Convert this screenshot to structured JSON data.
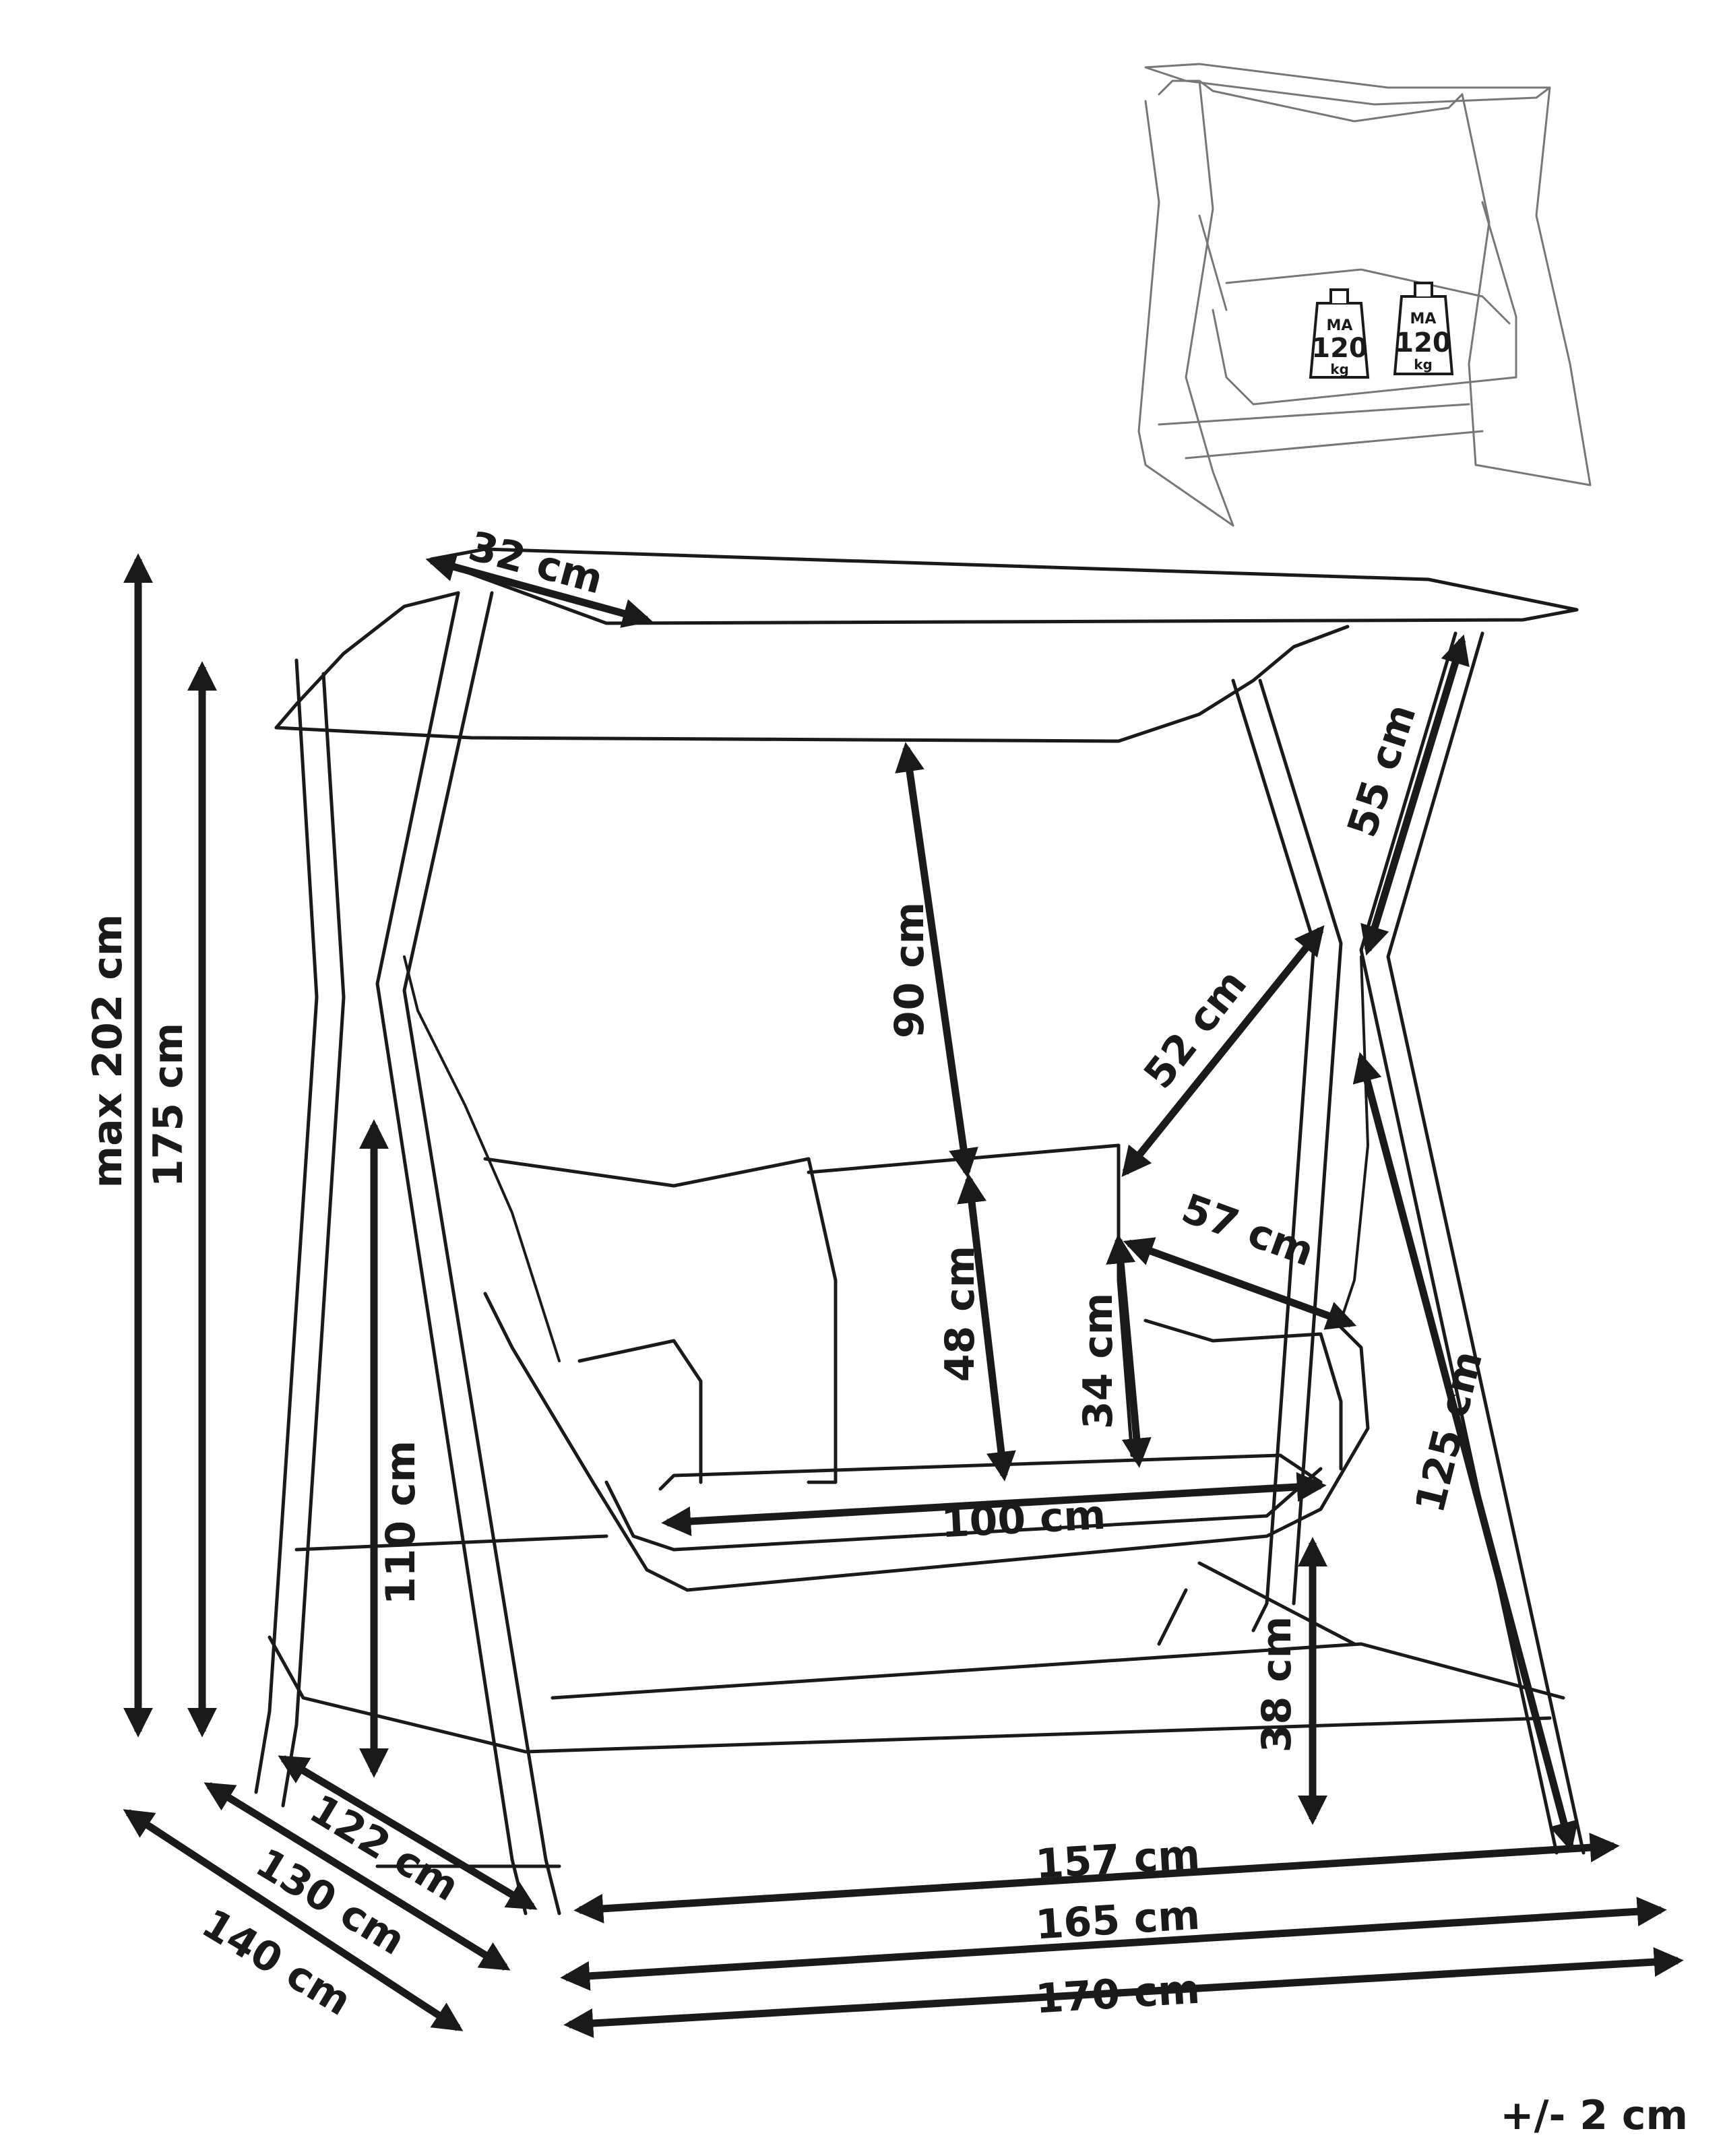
{
  "dimensions": {
    "canopy_depth": "32 cm",
    "max_height": "max 202 cm",
    "frame_height": "175 cm",
    "seat_top_height": "110 cm",
    "canopy_clearance": "90 cm",
    "backrest_height": "48 cm",
    "armrest_height": "34 cm",
    "seat_width": "100 cm",
    "chain_length": "52 cm",
    "seat_depth": "57 cm",
    "side_chain": "55 cm",
    "side_length": "125 cm",
    "seat_ground": "38 cm",
    "depth_122": "122 cm",
    "depth_130": "130 cm",
    "depth_140": "140 cm",
    "width_157": "157 cm",
    "width_165": "165 cm",
    "width_170": "170 cm",
    "tolerance": "+/- 2 cm"
  },
  "thumbnail": {
    "weight_1": {
      "ma": "MA",
      "value": "120",
      "unit": "kg"
    },
    "weight_2": {
      "ma": "MA",
      "value": "120",
      "unit": "kg"
    }
  }
}
